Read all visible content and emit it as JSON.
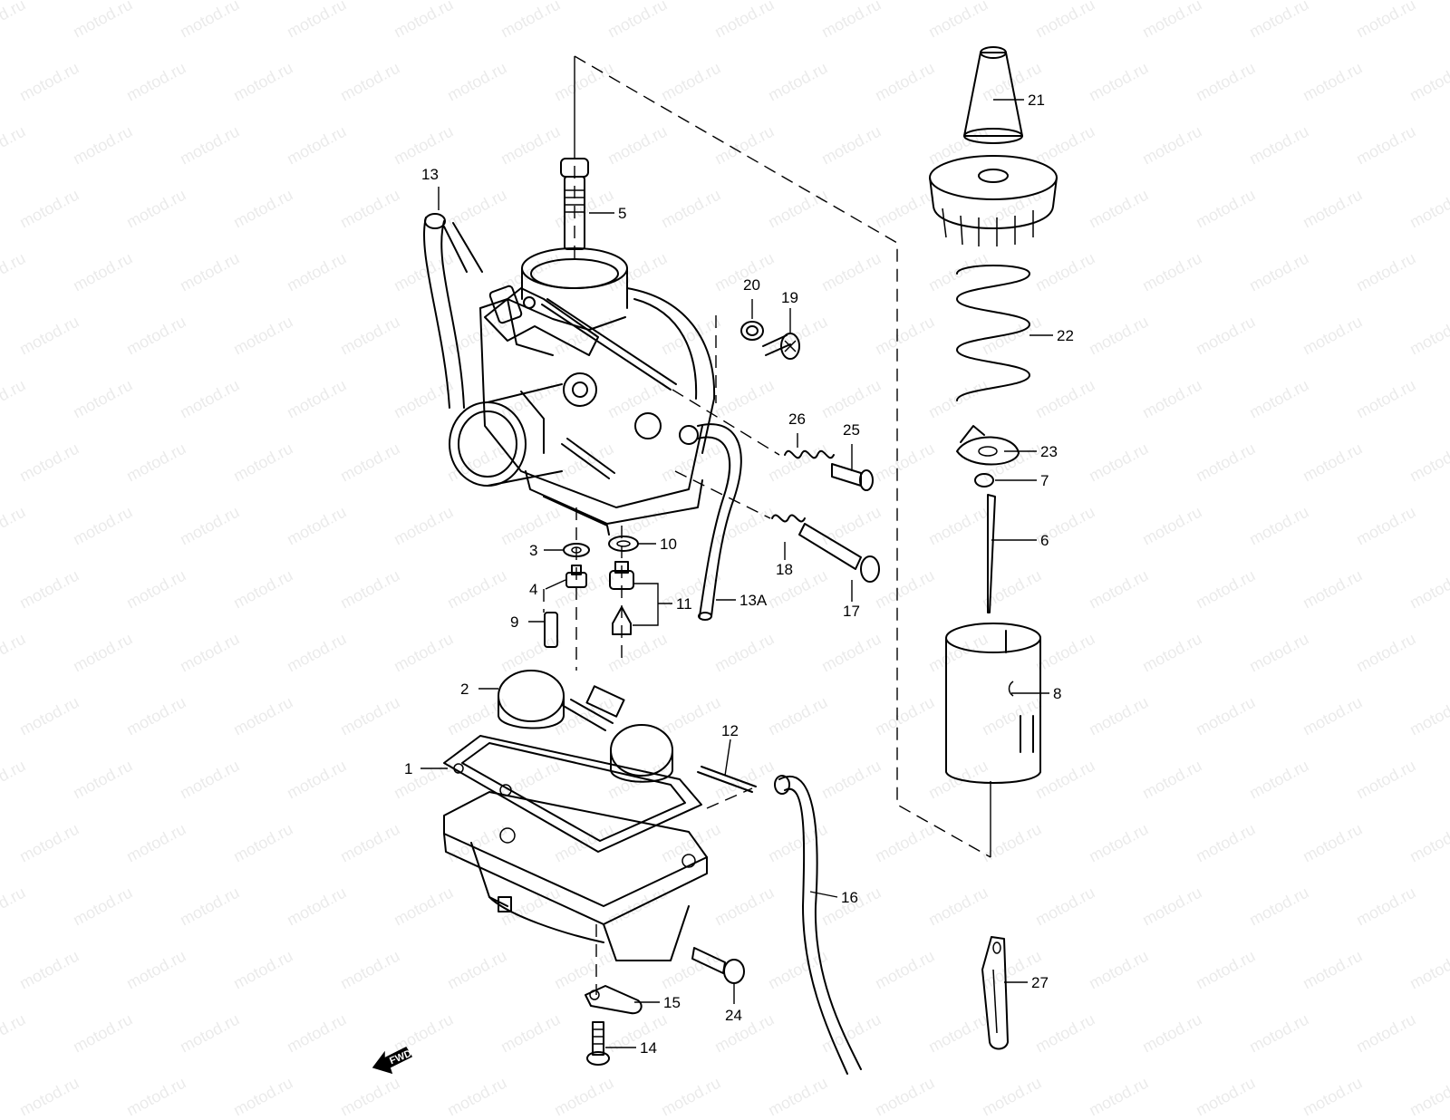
{
  "watermark": "motod.ru",
  "fwd_label": "FWD",
  "callouts": {
    "p1": "1",
    "p2": "2",
    "p3": "3",
    "p4": "4",
    "p5": "5",
    "p6": "6",
    "p7": "7",
    "p8": "8",
    "p9": "9",
    "p10": "10",
    "p11": "11",
    "p12": "12",
    "p13": "13",
    "p13a": "13A",
    "p14": "14",
    "p15": "15",
    "p16": "16",
    "p17": "17",
    "p18": "18",
    "p19": "19",
    "p20": "20",
    "p21": "21",
    "p22": "22",
    "p23": "23",
    "p24": "24",
    "p25": "25",
    "p26": "26",
    "p27": "27"
  },
  "colors": {
    "line": "#000000",
    "background": "#ffffff"
  }
}
